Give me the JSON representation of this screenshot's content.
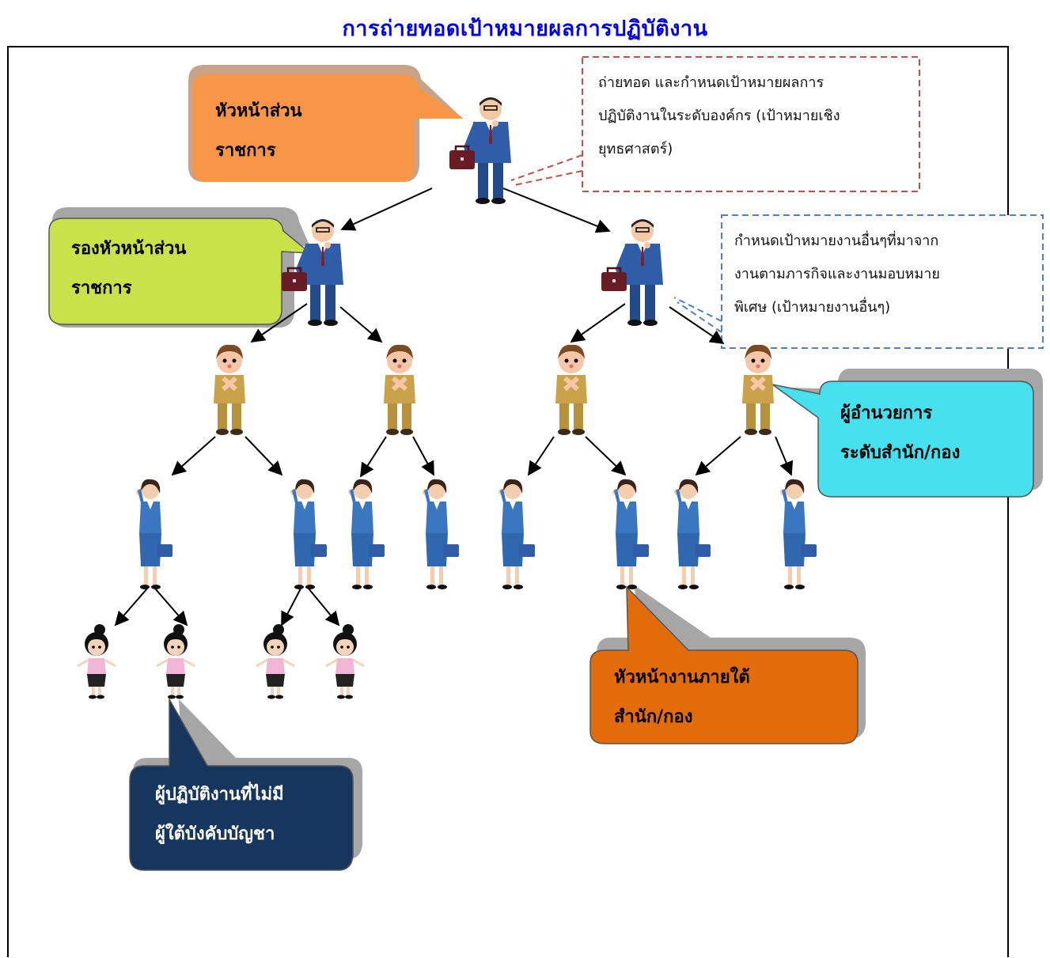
{
  "title": "การถ่ายทอดเป้าหมายผลการปฏิบัติงาน",
  "bubbles": {
    "head": {
      "line1": "หัวหน้าส่วน",
      "line2": "ราชการ",
      "color": "#f79646"
    },
    "deputy": {
      "line1": "รองหัวหน้าส่วน",
      "line2": "ราชการ",
      "color": "#c9e24a"
    },
    "director": {
      "line1": "ผู้อำนวยการ",
      "line2": "ระดับสำนัก/กอง",
      "color": "#47e0ee"
    },
    "section_head": {
      "line1": "หัวหน้างานภายใต้",
      "line2": "สำนัก/กอง",
      "color": "#e36c0a"
    },
    "staff": {
      "line1": "ผู้ปฏิบัติงานที่ไม่มี",
      "line2": "ผู้ใต้บังคับบัญชา",
      "color": "#17365d"
    }
  },
  "notes": {
    "strategic": {
      "line1": "ถ่ายทอด และกำหนดเป้าหมายผลการ",
      "line2": "ปฏิบัติงานในระดับองค์กร (เป้าหมายเชิง",
      "line3": "ยุทธศาสตร์)",
      "border_color": "#c0504d"
    },
    "other": {
      "line1": "กำหนดเป้าหมายงานอื่นๆที่มาจาก",
      "line2": "งานตามภารกิจและงานมอบหมาย",
      "line3": "พิเศษ (เป้าหมายงานอื่นๆ)",
      "border_color": "#4f81bd"
    }
  }
}
